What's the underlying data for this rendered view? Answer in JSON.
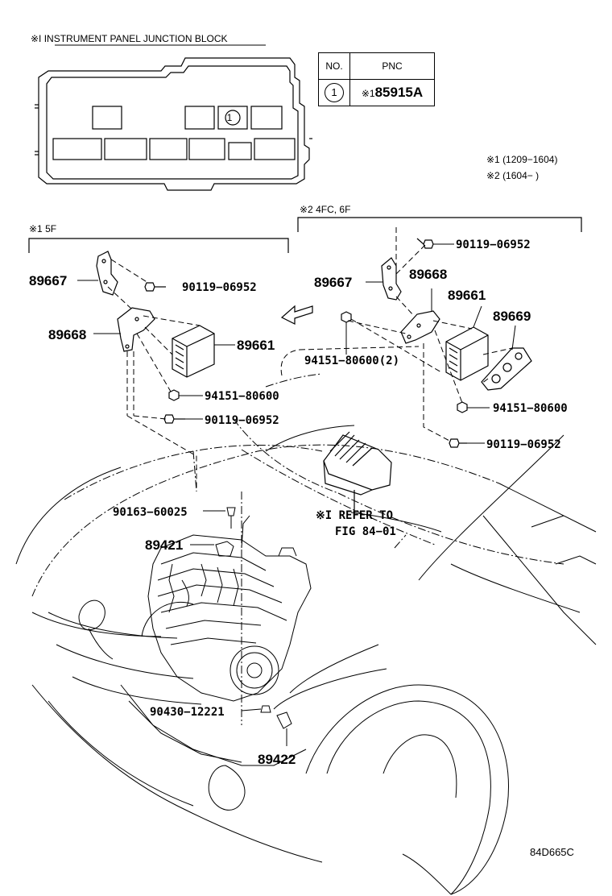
{
  "junction_block": {
    "title": "※I INSTRUMENT PANEL JUNCTION BLOCK",
    "position_marker": "1"
  },
  "pnc_table": {
    "header_no": "NO.",
    "header_pnc": "PNC",
    "row_no": "1",
    "row_mark": "※1",
    "row_pnc": "85915A"
  },
  "notes": {
    "note1": "※1 (1209−1604)",
    "note2": "※2 (1604−        )"
  },
  "sections": {
    "left": "※1 5F",
    "right": "※2 4FC, 6F"
  },
  "parts": {
    "left_89667": "89667",
    "left_90119_a": "90119−06952",
    "left_89668": "89668",
    "left_89661": "89661",
    "left_94151": "94151−80600",
    "left_90119_b": "90119−06952",
    "right_90119_top": "90119−06952",
    "right_89667": "89667",
    "right_89668": "89668",
    "right_89661": "89661",
    "right_89669": "89669",
    "right_94151_2": "94151−80600(2)",
    "right_94151": "94151−80600",
    "right_90119_bottom": "90119−06952",
    "refer_line1": "※I REFER TO",
    "refer_line2": "FIG 84−01",
    "p90163": "90163−60025",
    "p89421": "89421",
    "p90430": "90430−12221",
    "p89422": "89422"
  },
  "figure_code": "84D665C"
}
